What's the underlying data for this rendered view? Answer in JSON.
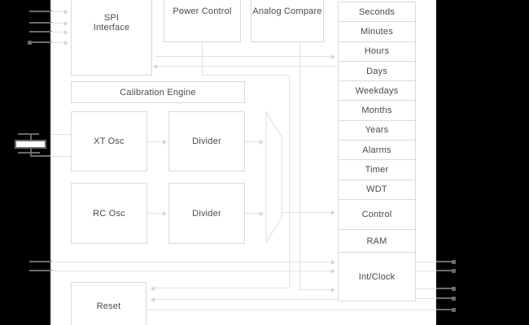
{
  "diagram": {
    "blocks": {
      "spi_line1": "SPI",
      "spi_line2": "Interface",
      "power_control": "Power Control",
      "analog_compare": "Analog Compare",
      "calibration_engine": "Calibration Engine",
      "xt_osc": "XT Osc",
      "divider_top": "Divider",
      "rc_osc": "RC Osc",
      "divider_bottom": "Divider",
      "reset": "Reset"
    },
    "registers": {
      "rows": [
        "Seconds",
        "Minutes",
        "Hours",
        "Days",
        "Weekdays",
        "Months",
        "Years",
        "Alarms",
        "Timer",
        "WDT",
        "Control",
        "RAM",
        "Int/Clock"
      ]
    },
    "colors": {
      "background": "#000000",
      "page": "#ffffff",
      "box_border": "#d9d9d9",
      "wire_light": "#e2e2e2",
      "wire_dark": "#6b6b6b",
      "text": "#4a4a4a"
    }
  }
}
